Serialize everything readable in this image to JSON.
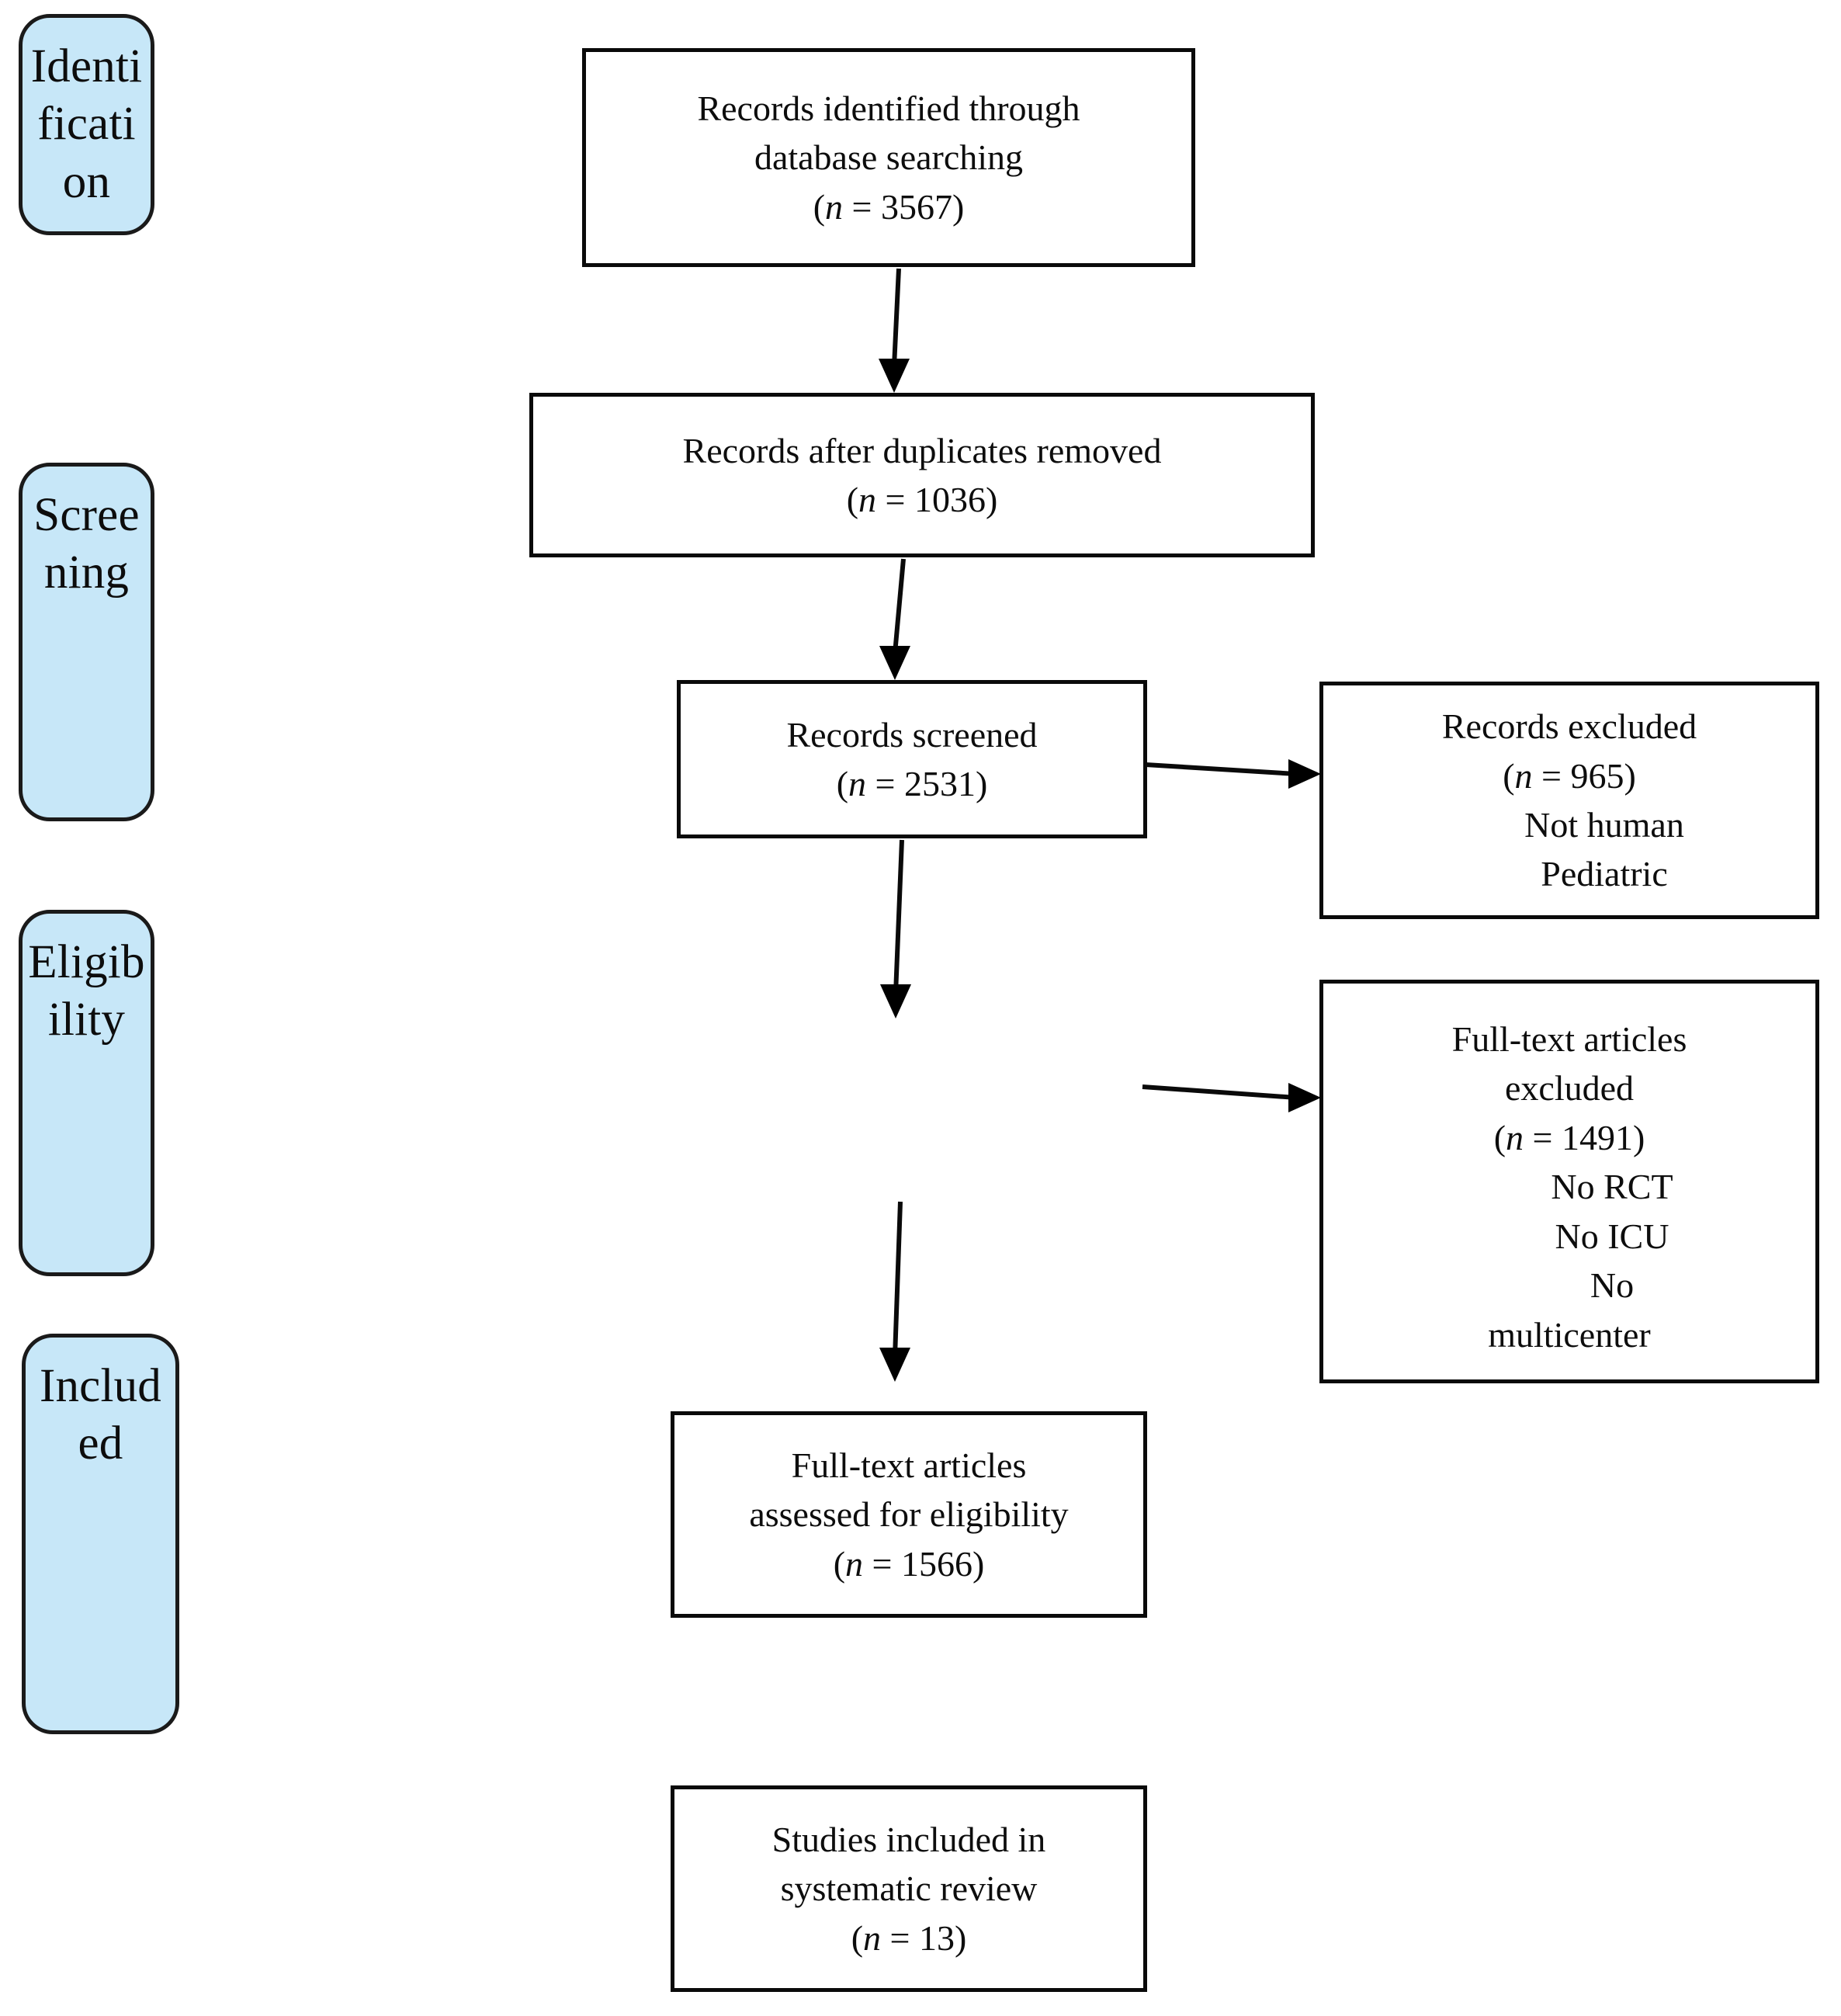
{
  "diagram": {
    "title": "PRISMA flow diagram",
    "type": "flowchart",
    "accent_color": "#c7e7f8",
    "border_color": "#0a0a0a",
    "background_color": "#ffffff"
  },
  "stages": [
    {
      "id": "identification",
      "label": "Identification"
    },
    {
      "id": "screening",
      "label": "Screening"
    },
    {
      "id": "eligibility",
      "label": "Eligibility"
    },
    {
      "id": "included",
      "label": "Included"
    }
  ],
  "boxes": {
    "identified": {
      "line1": "Records identified through",
      "line2": "database searching",
      "n_prefix": "(",
      "n_symbol": "n",
      "n_equals": " = ",
      "n_value": "3567",
      "n_suffix": ")"
    },
    "duplicates_removed": {
      "line1": "Records after duplicates removed",
      "n_symbol": "n",
      "n_value": "1036"
    },
    "records_screened": {
      "line1": "Records screened",
      "n_symbol": "n",
      "n_value": "2531"
    },
    "records_excluded": {
      "line1": "Records excluded",
      "n_symbol": "n",
      "n_value": "965",
      "reason1": "Not human",
      "reason2": "Pediatric"
    },
    "fulltext_excluded": {
      "line1": "Full-text articles",
      "line2": "excluded",
      "n_symbol": "n",
      "n_value": "1491",
      "reason1": "No RCT",
      "reason2": "No ICU",
      "reason3a": "No",
      "reason3b": "multicenter"
    },
    "fulltext_assessed": {
      "line1": "Full-text articles",
      "line2": "assessed for eligibility",
      "n_symbol": "n",
      "n_value": "1566"
    },
    "studies_included": {
      "line1": "Studies included in",
      "line2": "systematic review",
      "n_symbol": "n",
      "n_value": "13"
    }
  },
  "connectors": [
    {
      "id": "identified-to-duplicates",
      "from": "identified",
      "to": "duplicates_removed",
      "direction": "down"
    },
    {
      "id": "duplicates-to-screened",
      "from": "duplicates_removed",
      "to": "records_screened",
      "direction": "down"
    },
    {
      "id": "screened-to-records-excluded",
      "from": "records_screened",
      "to": "records_excluded",
      "direction": "right"
    },
    {
      "id": "screened-to-fulltext-assessed",
      "from": "records_screened",
      "to": "fulltext_assessed",
      "direction": "down"
    },
    {
      "id": "screened-to-fulltext-excluded",
      "from": "records_screened",
      "to": "fulltext_excluded",
      "direction": "right"
    }
  ]
}
